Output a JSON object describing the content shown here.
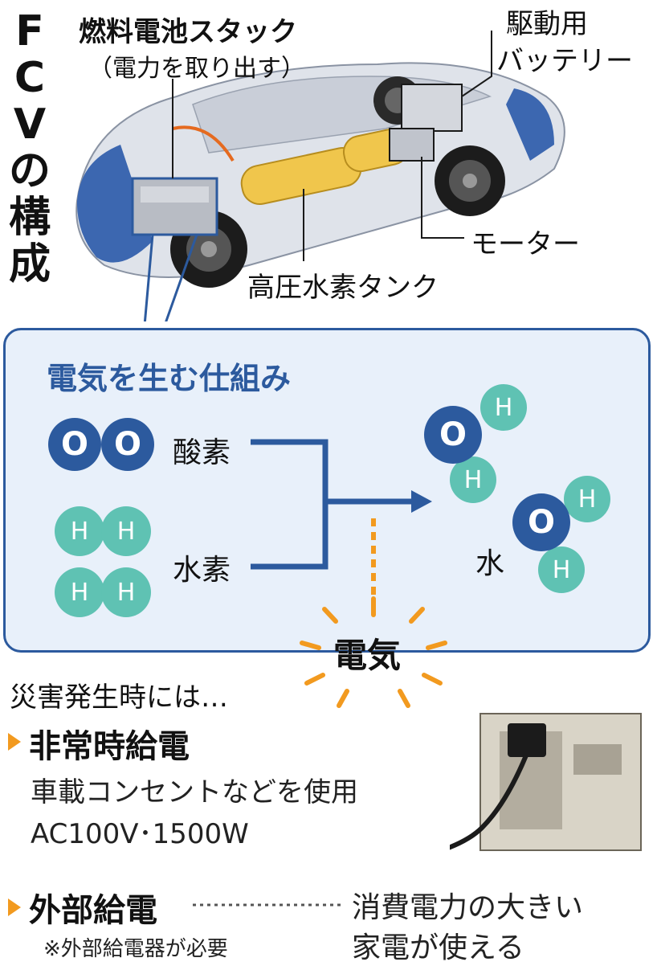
{
  "title": {
    "chars": [
      "F",
      "C",
      "V",
      "の",
      "構",
      "成"
    ]
  },
  "car": {
    "stack_label": "燃料電池スタック",
    "stack_sub": "（電力を取り出す）",
    "battery_label_1": "駆動用",
    "battery_label_2": "バッテリー",
    "motor_label": "モーター",
    "tank_label": "高圧水素タンク"
  },
  "mechanism": {
    "title": "電気を生む仕組み",
    "oxygen_label": "酸素",
    "hydrogen_label": "水素",
    "water_label": "水",
    "electricity_label": "電気",
    "o_symbol": "O",
    "h_symbol": "H"
  },
  "disaster": {
    "heading": "災害発生時には…",
    "emergency": {
      "title": "非常時給電",
      "line1": "車載コンセントなどを使用",
      "line2": "AC100V･1500W"
    },
    "external": {
      "title": "外部給電",
      "note": "※外部給電器が必要",
      "desc1": "消費電力の大きい",
      "desc2": "家電が使える"
    }
  },
  "colors": {
    "accent_blue": "#2c5a9e",
    "panel_bg": "#e8f0fa",
    "hydrogen_teal": "#5fc2b3",
    "electric_orange": "#f29a1f"
  }
}
